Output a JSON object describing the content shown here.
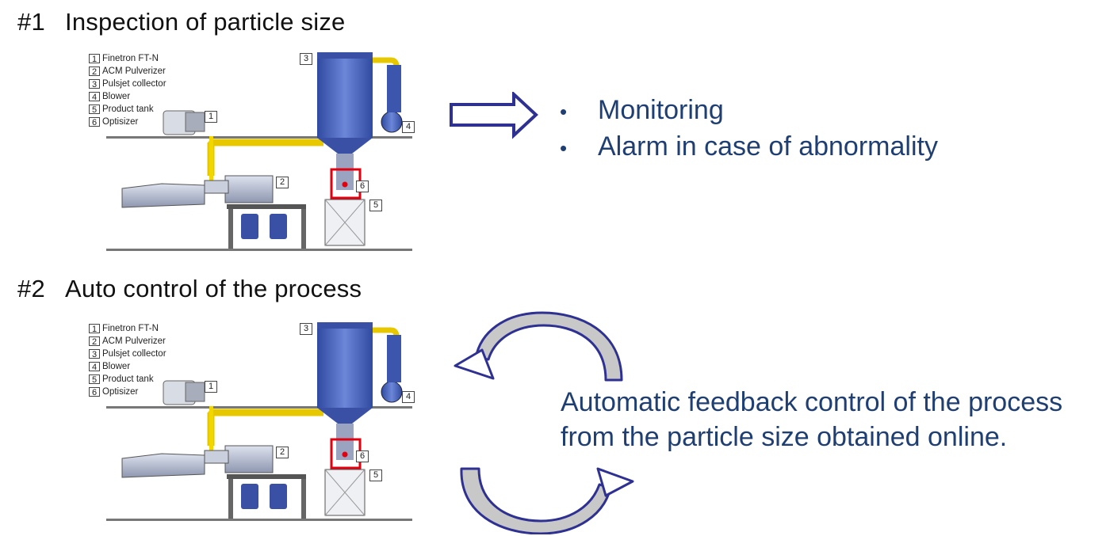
{
  "section1": {
    "number": "#1",
    "title": "Inspection of particle size"
  },
  "section2": {
    "number": "#2",
    "title": "Auto control of the process"
  },
  "legend": [
    {
      "index": "1",
      "label": "Finetron  FT-N"
    },
    {
      "index": "2",
      "label": "ACM Pulverizer"
    },
    {
      "index": "3",
      "label": "Pulsjet collector"
    },
    {
      "index": "4",
      "label": "Blower"
    },
    {
      "index": "5",
      "label": "Product tank"
    },
    {
      "index": "6",
      "label": "Optisizer"
    }
  ],
  "callouts": {
    "c1": "1",
    "c2": "2",
    "c3": "3",
    "c4": "4",
    "c5": "5",
    "c6": "6"
  },
  "bullets": [
    "Monitoring",
    "Alarm in case of abnormality"
  ],
  "feedback_text": "Automatic feedback control of the process from the particle size obtained online.",
  "colors": {
    "text_blue": "#1f3f73",
    "arrow_navy": "#2e3192",
    "highlight_red": "#e3000f",
    "pipe_yellow": "#f2d600",
    "machine_blue": "#4a64b8"
  },
  "icons": [
    "right-arrow-icon",
    "cycle-arrows-icon"
  ]
}
